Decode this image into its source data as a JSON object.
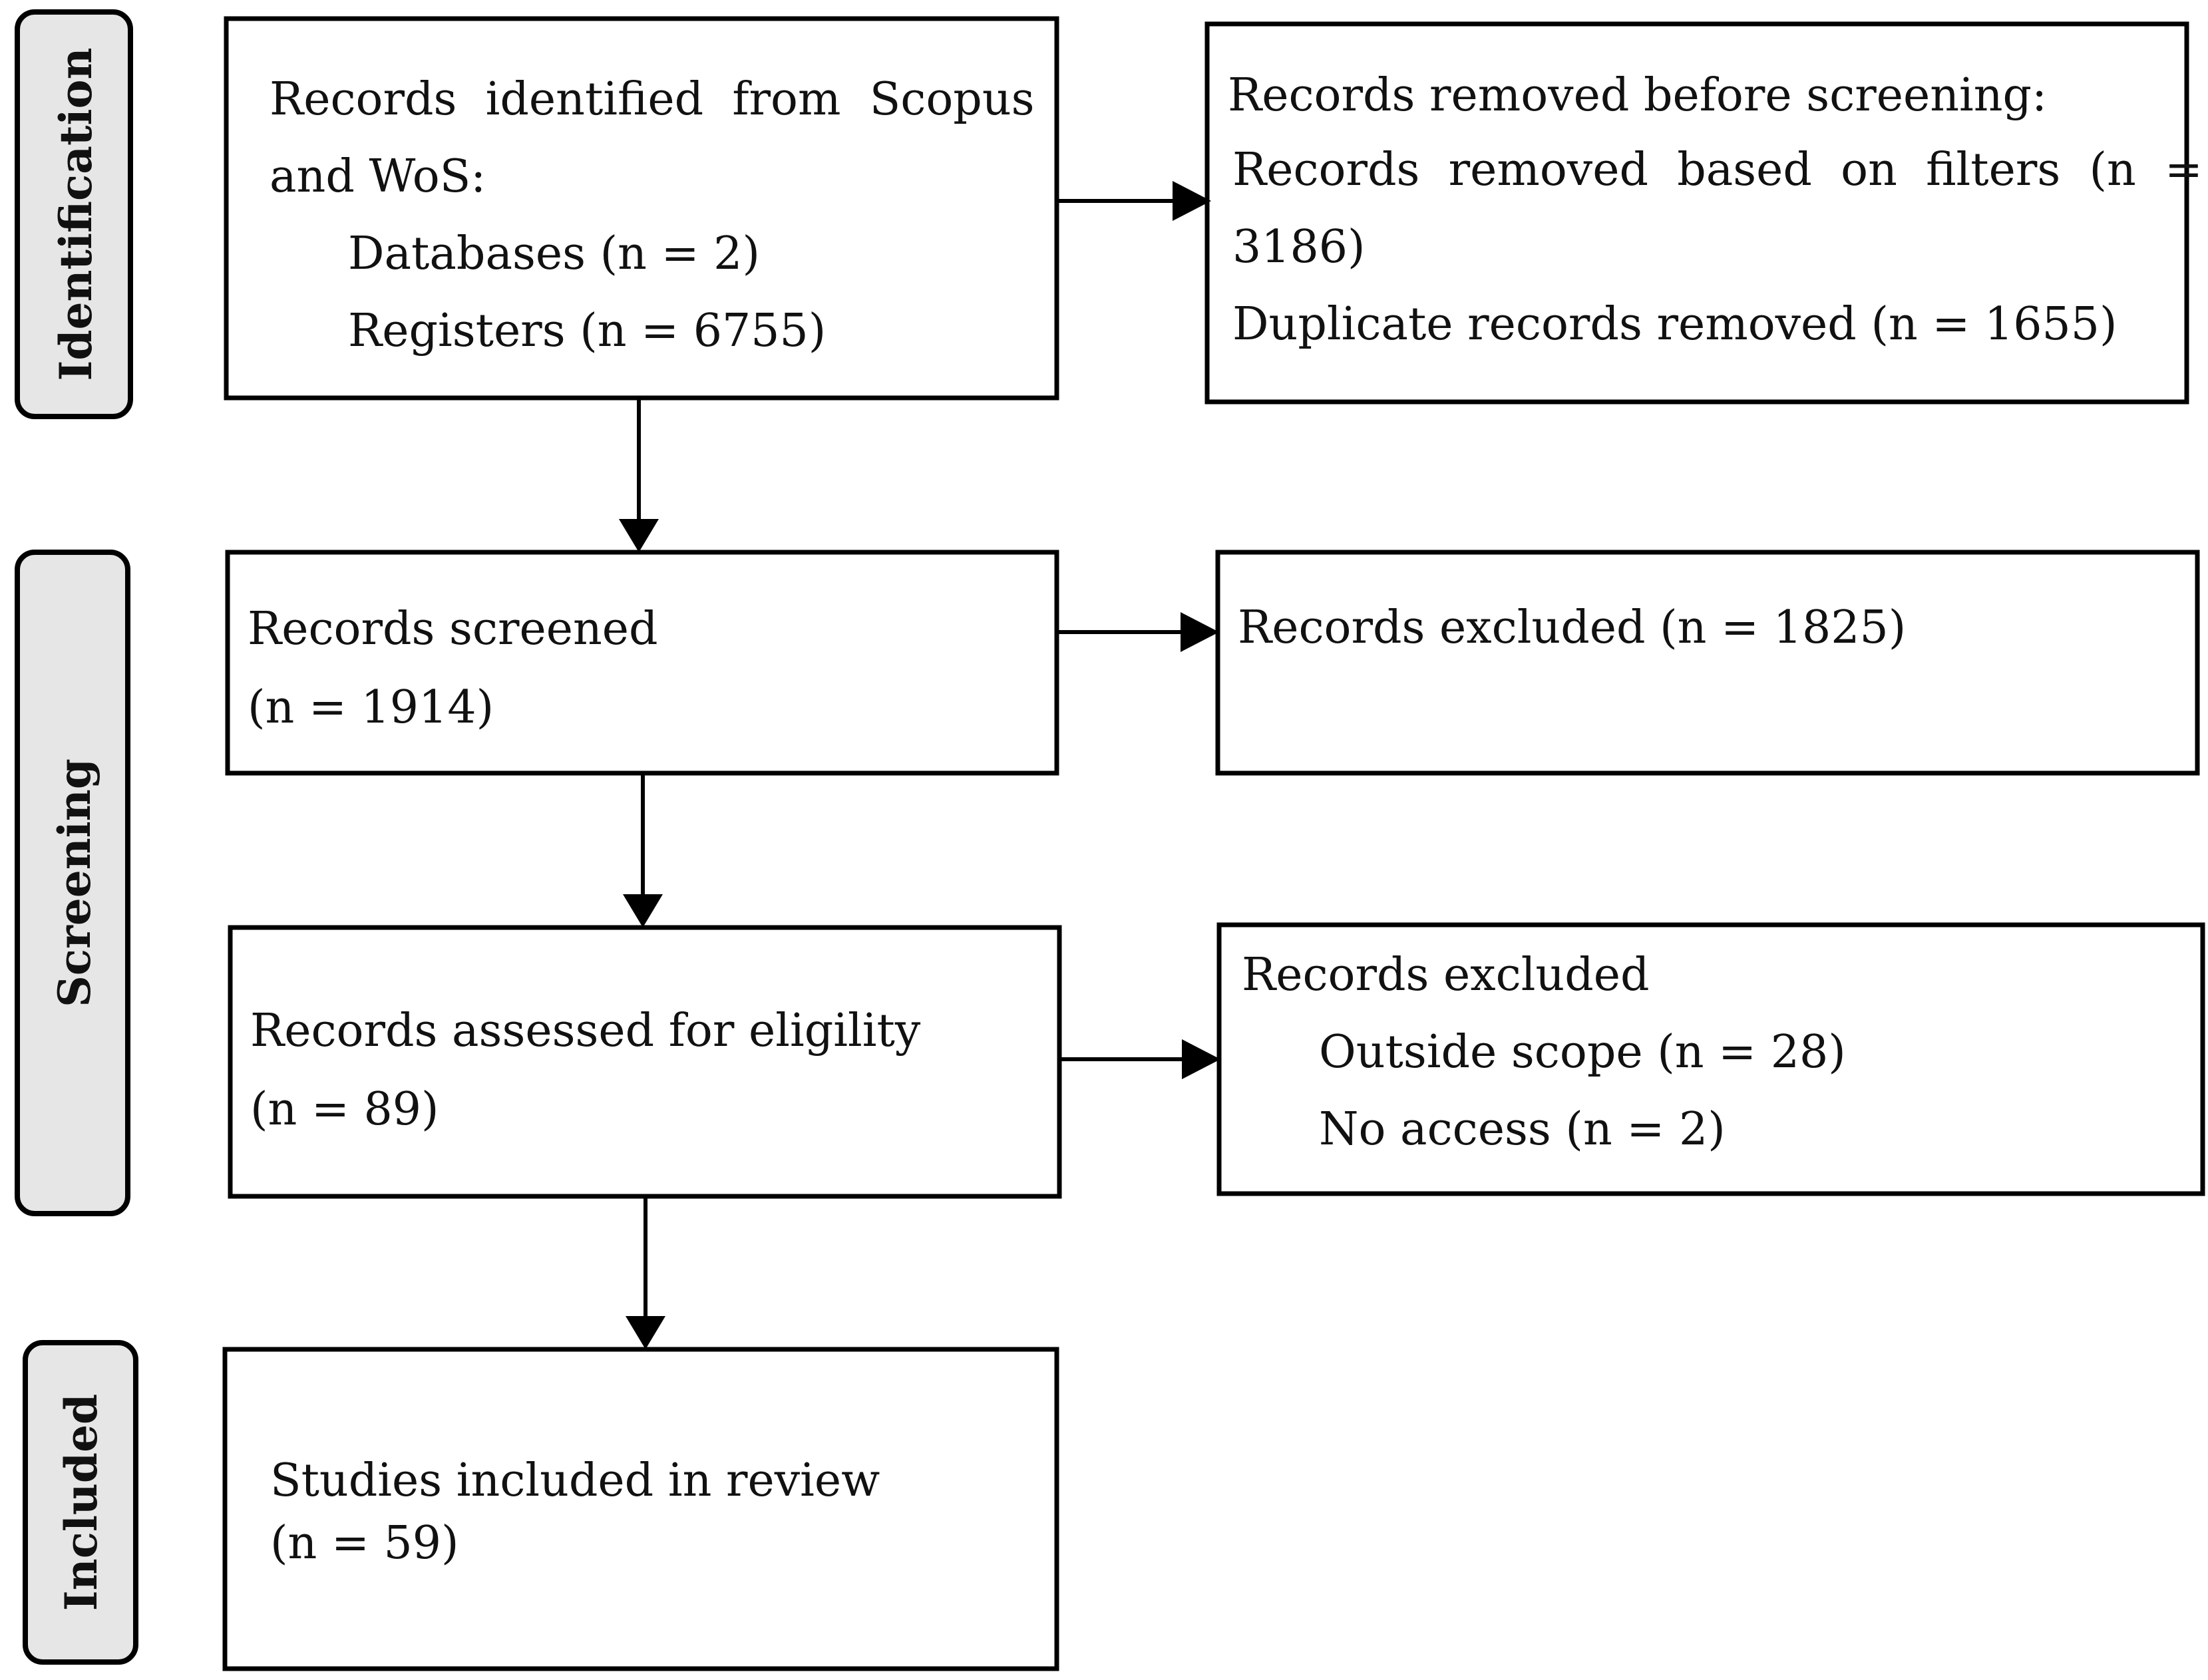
{
  "stages": {
    "identification": "Identification",
    "screening": "Screening",
    "included": "Included"
  },
  "boxes": {
    "identified": {
      "line1": "Records  identified  from  Scopus",
      "line2": "and WoS:",
      "line3": "Databases (n = 2)",
      "line4": "Registers (n = 6755)"
    },
    "removed": {
      "line1": "Records removed before screening:",
      "line2": "Records  removed  based  on  filters  (n  =",
      "line3": "3186)",
      "line4": "Duplicate records removed (n = 1655)"
    },
    "screened": {
      "line1": "Records screened",
      "line2": "(n = 1914)"
    },
    "excluded1": {
      "line1": "Records excluded (n = 1825)"
    },
    "assessed": {
      "line1": "Records assessed for eligility",
      "line2": "(n = 89)"
    },
    "excluded2": {
      "line1": "Records excluded",
      "line2": "Outside scope (n = 28)",
      "line3": "No access (n = 2)"
    },
    "included": {
      "line1": "Studies included in review",
      "line2": "(n = 59)"
    }
  },
  "colors": {
    "stage_fill": "#e6e6e6",
    "stroke": "#000000"
  }
}
